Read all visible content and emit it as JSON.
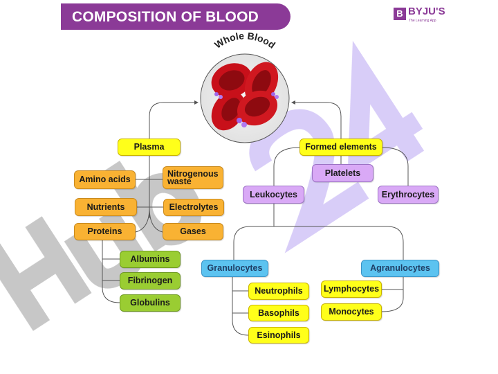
{
  "header": {
    "title": "COMPOSITION OF BLOOD"
  },
  "logo": {
    "mark": "B",
    "name": "BYJU'S",
    "tagline": "The Learning App"
  },
  "watermark": "Hub24",
  "diagram": {
    "root": "Whole Blood",
    "plasma": {
      "label": "Plasma",
      "components": [
        "Amino acids",
        "Nitrogenous waste",
        "Nutrients",
        "Electrolytes",
        "Proteins",
        "Gases"
      ],
      "proteins": [
        "Albumins",
        "Fibrinogen",
        "Globulins"
      ]
    },
    "formed": {
      "label": "Formed elements",
      "platelets": "Platelets",
      "leukocytes": "Leukocytes",
      "erythrocytes": "Erythrocytes",
      "granulocytes": {
        "label": "Granulocytes",
        "types": [
          "Neutrophils",
          "Basophils",
          "Esinophils"
        ]
      },
      "agranulocytes": {
        "label": "Agranulocytes",
        "types": [
          "Lymphocytes",
          "Monocytes"
        ]
      }
    }
  },
  "colors": {
    "brand": "#8b3a97",
    "yellow": "#ffff1a",
    "orange": "#f9b233",
    "green": "#9acd32",
    "purple": "#d9a9f6",
    "blue": "#5cc3f0"
  }
}
